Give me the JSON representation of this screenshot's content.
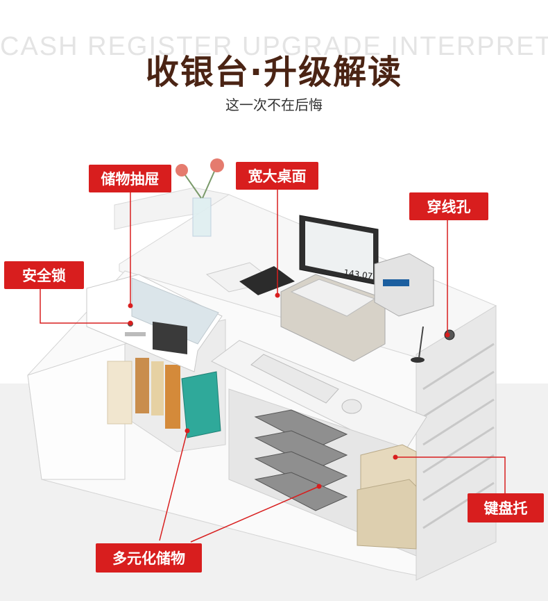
{
  "header": {
    "bg_text": "CASH REGISTER  UPGRADE INTERPRETATION",
    "title": "收银台·升级解读",
    "subtitle": "这一次不在后悔"
  },
  "labels": {
    "storage_drawer": "储物抽屉",
    "wide_desktop": "宽大桌面",
    "cable_hole": "穿线孔",
    "security_lock": "安全锁",
    "keyboard_tray": "键盘托",
    "multi_storage": "多元化储物"
  },
  "pos_screen": {
    "amount": "143.07"
  },
  "colors": {
    "accent": "#d81e1e",
    "title": "#4b2414"
  }
}
